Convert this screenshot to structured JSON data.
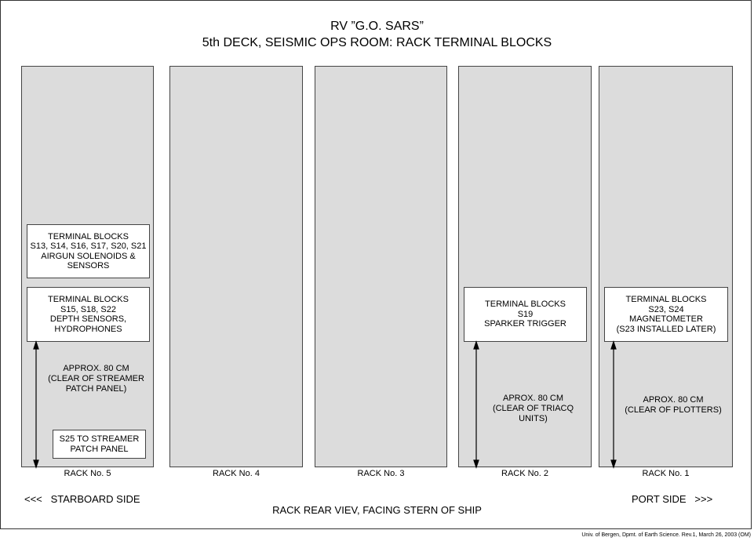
{
  "title": {
    "line1": "RV ”G.O. SARS”",
    "line2": "5th DECK, SEISMIC OPS ROOM: RACK TERMINAL BLOCKS"
  },
  "racks": [
    {
      "label": "RACK No. 5"
    },
    {
      "label": "RACK No. 4"
    },
    {
      "label": "RACK No. 3"
    },
    {
      "label": "RACK No. 2"
    },
    {
      "label": "RACK No. 1"
    }
  ],
  "rack5": {
    "box1": [
      "TERMINAL BLOCKS",
      "S13, S14, S16, S17, S20, S21",
      "AIRGUN SOLENOIDS &",
      "SENSORS"
    ],
    "box2": [
      "TERMINAL BLOCKS",
      "S15, S18, S22",
      "DEPTH SENSORS,",
      "HYDROPHONES"
    ],
    "note": [
      "APPROX. 80 CM",
      "(CLEAR OF STREAMER",
      "PATCH PANEL)"
    ],
    "box3": [
      "S25 TO STREAMER",
      "PATCH PANEL"
    ]
  },
  "rack2": {
    "box": [
      "TERMINAL BLOCKS",
      "S19",
      "SPARKER TRIGGER"
    ],
    "note": [
      "APROX. 80 CM",
      "(CLEAR OF TRIACQ",
      "UNITS)"
    ]
  },
  "rack1": {
    "box": [
      "TERMINAL BLOCKS",
      "S23, S24",
      "MAGNETOMETER",
      "(S23 INSTALLED LATER)"
    ],
    "note": [
      "APROX. 80 CM",
      "(CLEAR OF PLOTTERS)"
    ]
  },
  "starboard": "<<<   STARBOARD SIDE",
  "port": "PORT SIDE   >>>",
  "caption": "RACK REAR VIEV, FACING STERN OF SHIP",
  "footer": "Univ. of Bergen, Dpmt. of Earth Science. Rev.1, March 26, 2003 (OM)"
}
